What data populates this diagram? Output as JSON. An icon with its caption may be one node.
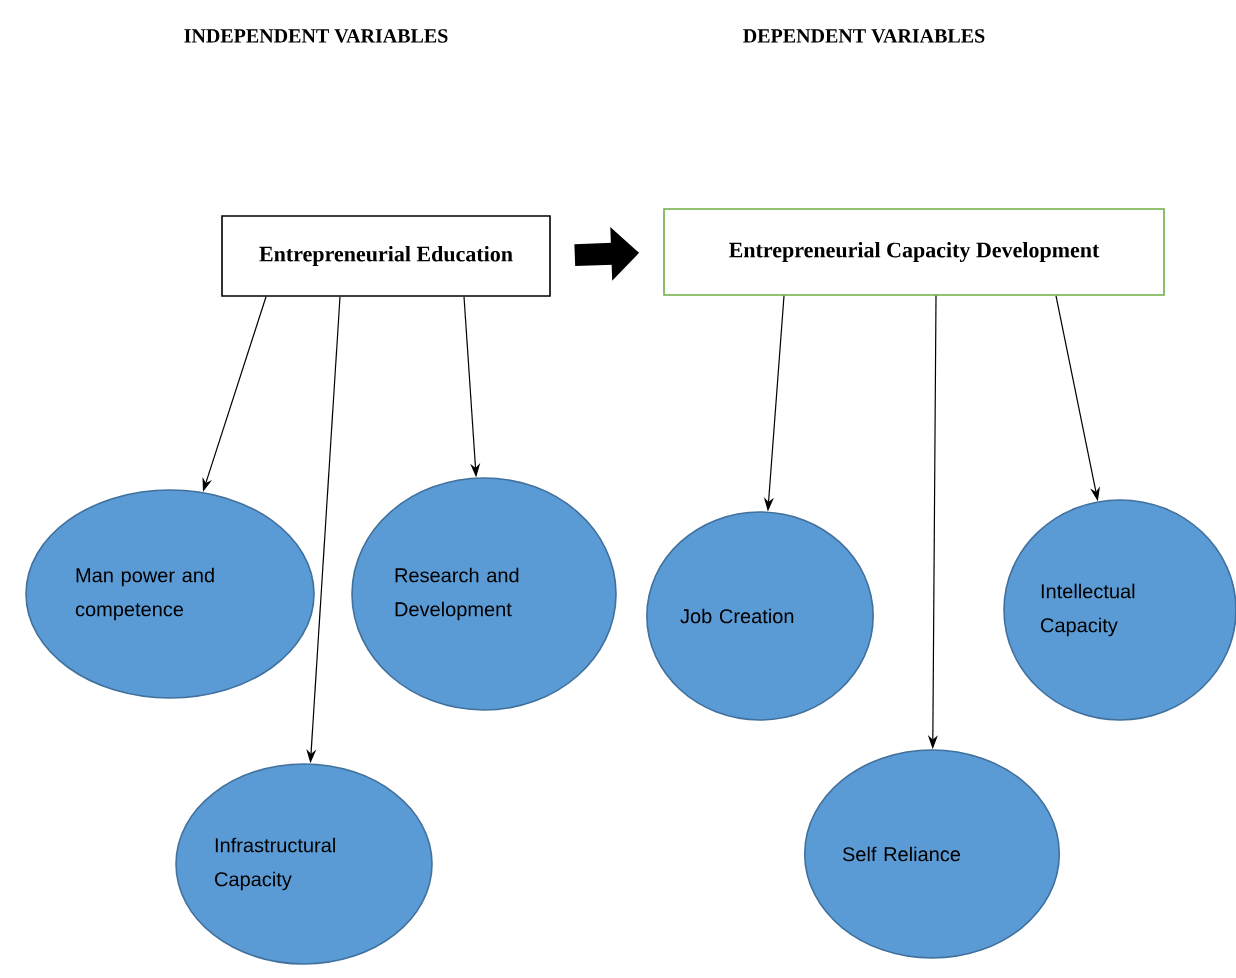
{
  "diagram": {
    "nodes": [
      {
        "text": [
          "Entrepreneurial Education"
        ]
      },
      {
        "text": [
          "Entrepreneurial Capacity Development"
        ]
      },
      {
        "text": [
          "Man power and competence"
        ]
      },
      {
        "text": [
          "Research and Development"
        ]
      },
      {
        "text": [
          "Infrastructural Capacity"
        ]
      },
      {
        "text": [
          "Job Creation"
        ]
      },
      {
        "text": [
          "Intellectual Capacity"
        ]
      },
      {
        "text": [
          "Self Reliance"
        ]
      }
    ],
    "edges": [
      {
        "from": 0,
        "to": 1,
        "arrow": "to",
        "style": "thick"
      },
      {
        "from": 0,
        "to": 2,
        "arrow": "to"
      },
      {
        "from": 0,
        "to": 4,
        "arrow": "to"
      },
      {
        "from": 0,
        "to": 3,
        "arrow": "to"
      },
      {
        "from": 1,
        "to": 5,
        "arrow": "to"
      },
      {
        "from": 1,
        "to": 7,
        "arrow": "to"
      },
      {
        "from": 1,
        "to": 6,
        "arrow": "to"
      }
    ],
    "labels": [
      "INDEPENDENT VARIABLES",
      "DEPENDENT VARIABLES"
    ]
  }
}
